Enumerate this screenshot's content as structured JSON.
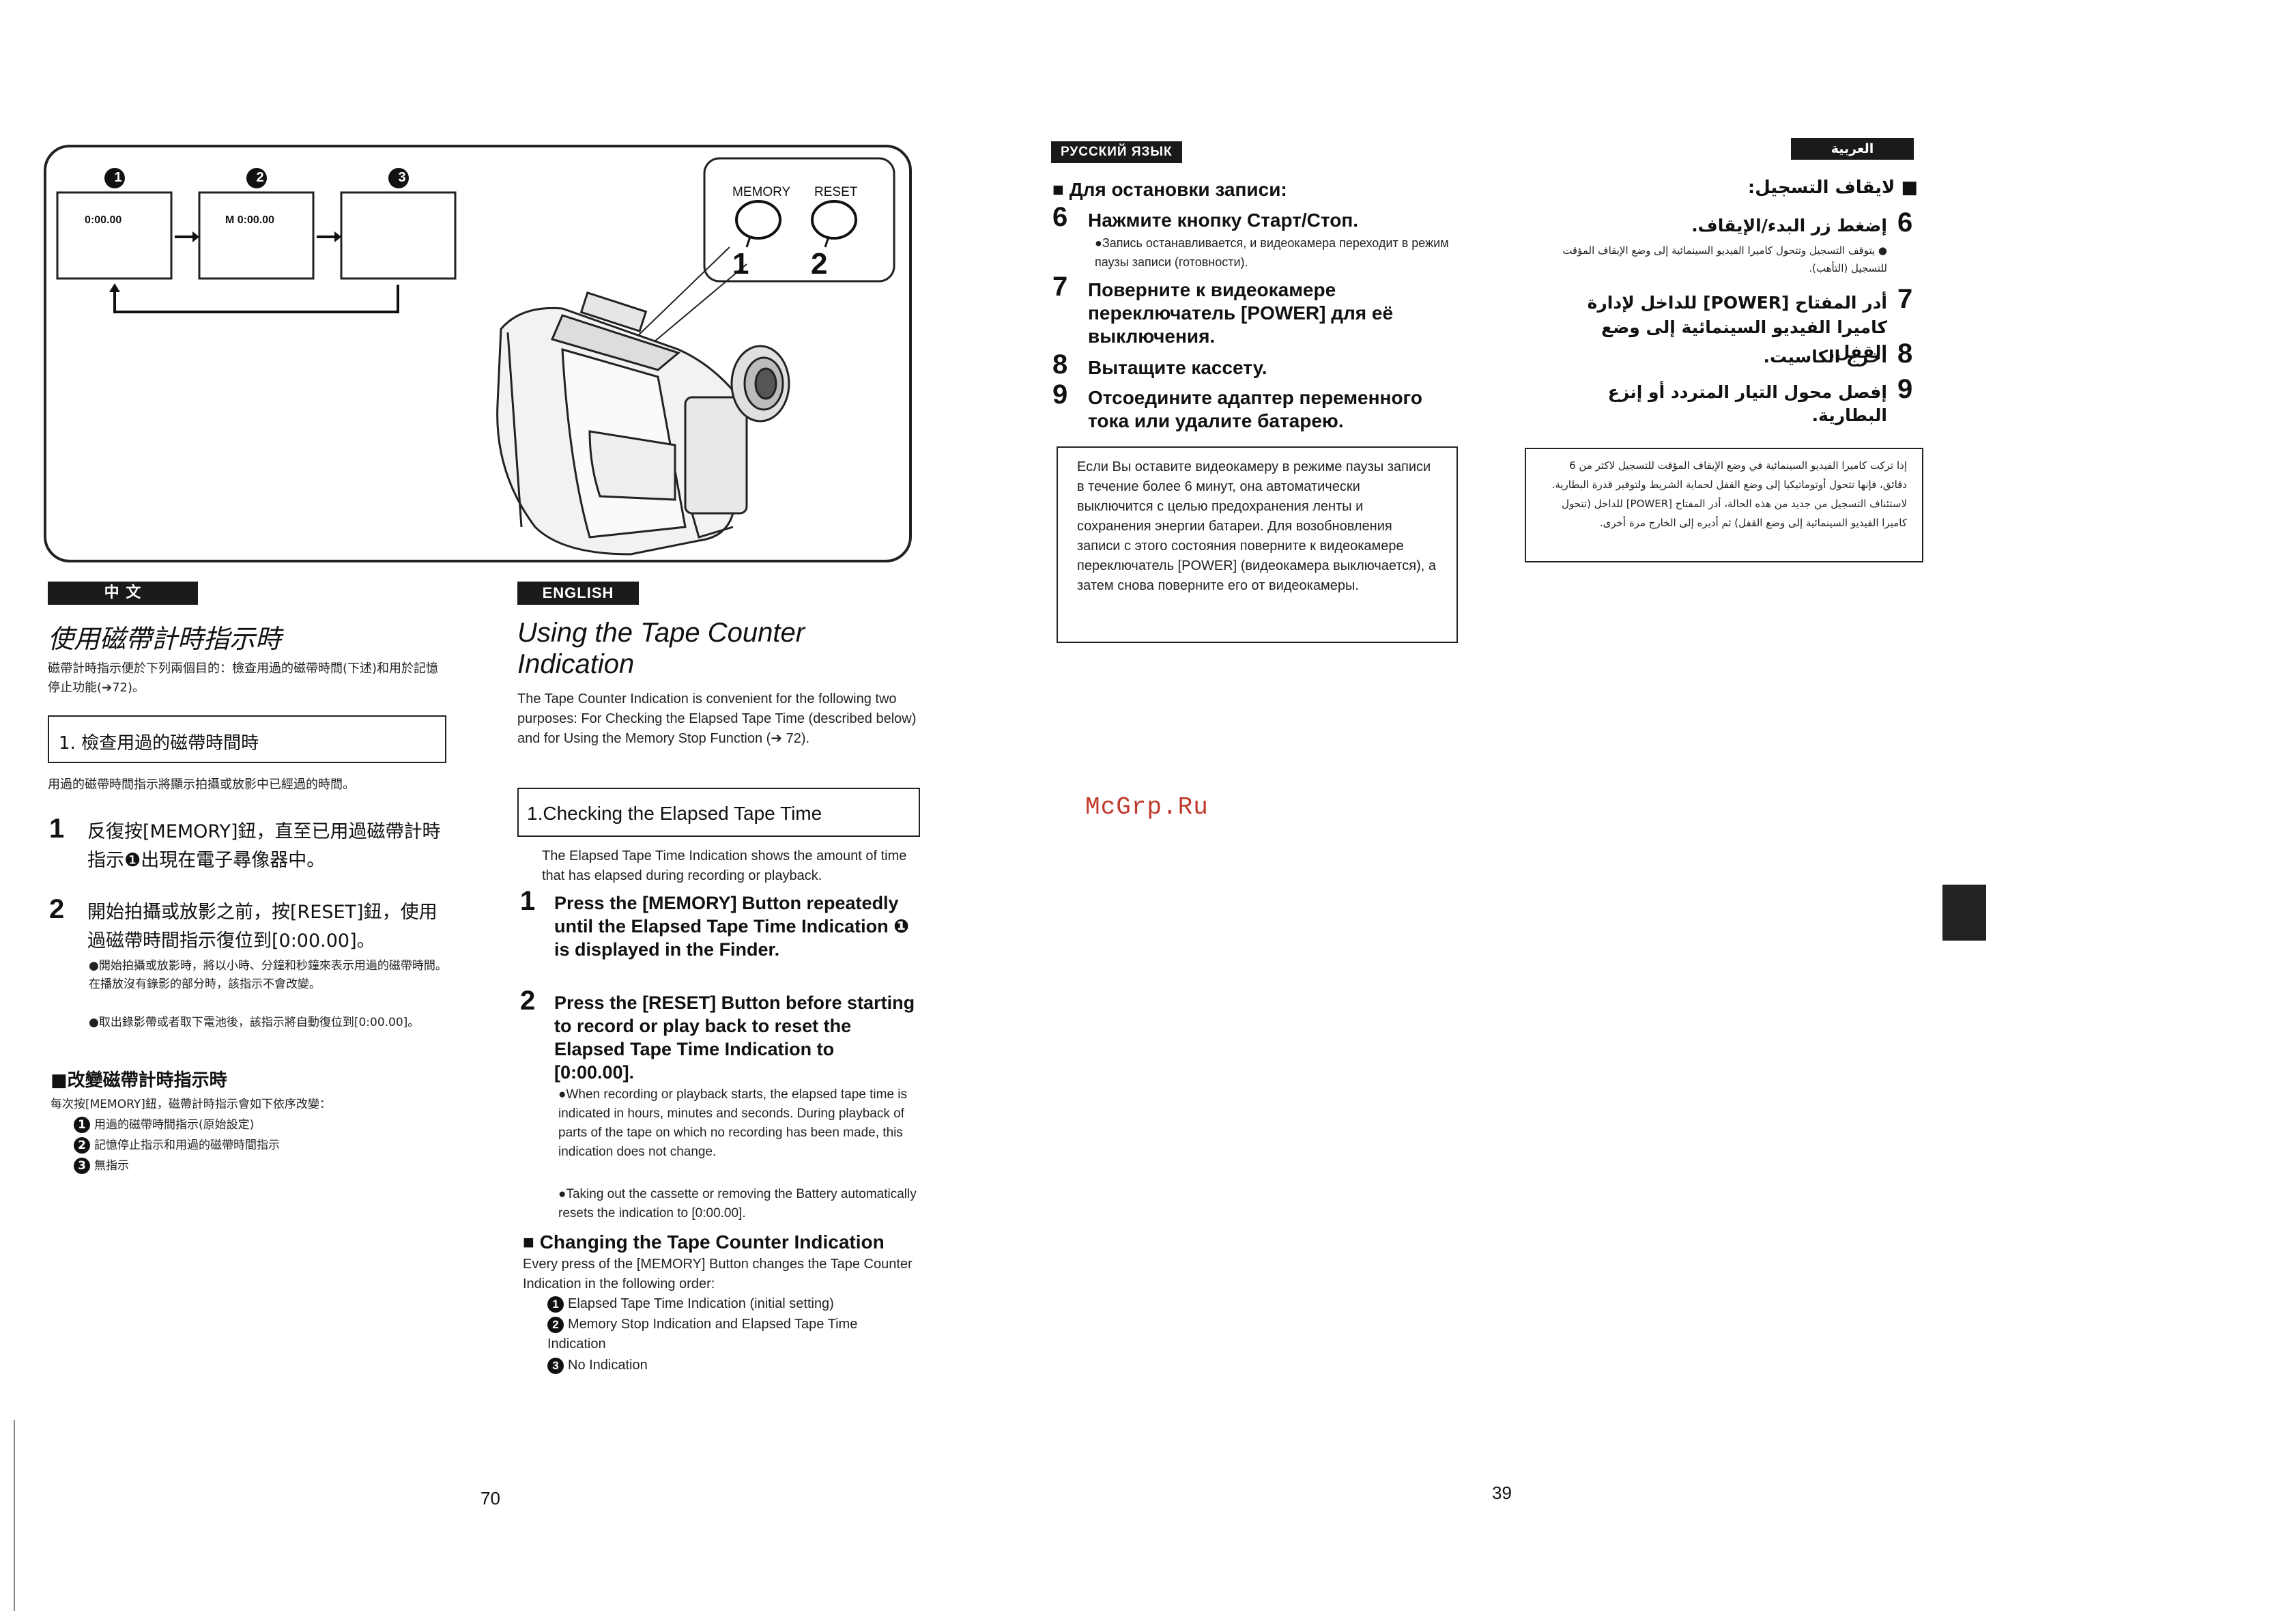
{
  "diagram": {
    "steps": [
      "1",
      "2",
      "3"
    ],
    "screens": [
      "0:00.00",
      "M 0:00.00",
      ""
    ],
    "buttons": [
      "MEMORY",
      "RESET"
    ],
    "callouts": [
      "1",
      "2"
    ]
  },
  "chinese": {
    "tag": "中 文",
    "title": "使用磁帶計時指示時",
    "intro": "磁帶計時指示便於下列兩個目的：檢查用過的磁帶時間(下述)和用於記憶停止功能(➔72)。",
    "box_heading": "1. 檢查用過的磁帶時間時",
    "box_desc": "用過的磁帶時間指示將顯示拍攝或放影中已經過的時間。",
    "step1_num": "1",
    "step1": "反復按[MEMORY]鈕，直至已用過磁帶計時指示❶出現在電子尋像器中。",
    "step2_num": "2",
    "step2": "開始拍攝或放影之前，按[RESET]鈕，使用過磁帶時間指示復位到[0:00.00]。",
    "bullet1": "●開始拍攝或放影時，將以小時、分鐘和秒鐘來表示用過的磁帶時間。在播放沒有錄影的部分時，該指示不會改變。",
    "bullet2": "●取出錄影帶或者取下電池後，該指示將自動復位到[0:00.00]。",
    "section": "■改變磁帶計時指示時",
    "section_desc": "每次按[MEMORY]鈕，磁帶計時指示會如下依序改變：",
    "list": [
      "用過的磁帶時間指示(原始設定)",
      "記憶停止指示和用過的磁帶時間指示",
      "無指示"
    ]
  },
  "english": {
    "tag": "ENGLISH",
    "title": "Using the Tape Counter Indication",
    "intro": "The Tape Counter Indication is convenient for the following two purposes: For Checking the Elapsed Tape Time (described below) and for Using the Memory Stop Function (➔ 72).",
    "box_heading": "1.Checking the Elapsed Tape Time",
    "box_desc": "The Elapsed Tape Time Indication shows the amount of time that has elapsed during recording or playback.",
    "step1_num": "1",
    "step1": "Press the [MEMORY] Button repeatedly until the Elapsed Tape Time Indication ❶ is displayed in the Finder.",
    "step2_num": "2",
    "step2": "Press the [RESET] Button before starting to record or play back to reset the Elapsed Tape Time Indication to [0:00.00].",
    "bullet1": "●When recording or playback starts, the elapsed tape time is indicated in hours, minutes and seconds. During playback of parts of the tape on which no recording has been made, this indication does not change.",
    "bullet2": "●Taking out the cassette or removing the Battery automatically resets the indication to [0:00.00].",
    "section": "■ Changing the Tape Counter Indication",
    "section_desc": "Every press of the [MEMORY] Button changes the Tape Counter Indication in the following order:",
    "list": [
      "Elapsed Tape Time Indication (initial setting)",
      "Memory Stop Indication and Elapsed Tape Time Indication",
      "No Indication"
    ]
  },
  "russian": {
    "tag": "РУССКИЙ ЯЗЫК",
    "heading": "■ Для остановки записи:",
    "steps": [
      {
        "num": "6",
        "text": "Нажмите кнопку Старт/Стоп."
      },
      {
        "num": "7",
        "text": "Поверните к видеокамере переключатель [POWER] для её выключения."
      },
      {
        "num": "8",
        "text": "Вытащите кассету."
      },
      {
        "num": "9",
        "text": "Отсоедините адаптер переменного тока или удалите батарею."
      }
    ],
    "step6_note": "●Запись останавливается, и видеокамера переходит в режим паузы записи (готовности).",
    "box": "Если Вы оставите видеокамеру в режиме паузы записи в течение более 6 минут, она автоматически выключится с целью предохранения ленты и сохранения энергии батареи. Для возобновления записи с этого состояния поверните к видеокамере переключатель [POWER] (видеокамера выключается), а затем снова поверните его от видеокамеры."
  },
  "arabic": {
    "tag": "العربية",
    "heading": "■ لايقاف التسجيل:",
    "steps": [
      {
        "num": "6",
        "text": "إضغط زر البدء/الإيقاف."
      },
      {
        "num": "7",
        "text": "أدر المفتاح [POWER] للداخل لإدارة كاميرا الفيديو السينمائية إلى وضع القفل."
      },
      {
        "num": "8",
        "text": "أخرج الكاسيت."
      },
      {
        "num": "9",
        "text": "إفصل محول التيار المتردد أو إنزع البطارية."
      }
    ],
    "step6_note": "● يتوقف التسجيل وتتحول كاميرا الفيديو السينمائية إلى وضع الإيقاف المؤقت للتسجيل (التأهب).",
    "box": "إذا تركت كاميرا الفيديو السينمائية في وضع الإيقاف المؤقت للتسجيل لاكثر من 6 دقائق، فإنها تتحول أوتوماتيكيا إلى وضع القفل لحماية الشريط ولتوفير قدرة البطارية. لاستئناف التسجيل من جديد من هذه الحالة، أدر المفتاح [POWER] للداخل (تتحول كاميرا الفيديو السينمائية إلى وضع القفل) ثم أديره إلى الخارج مرة أخرى."
  },
  "watermark": "McGrp.Ru",
  "page_left": "70",
  "page_right": "39"
}
